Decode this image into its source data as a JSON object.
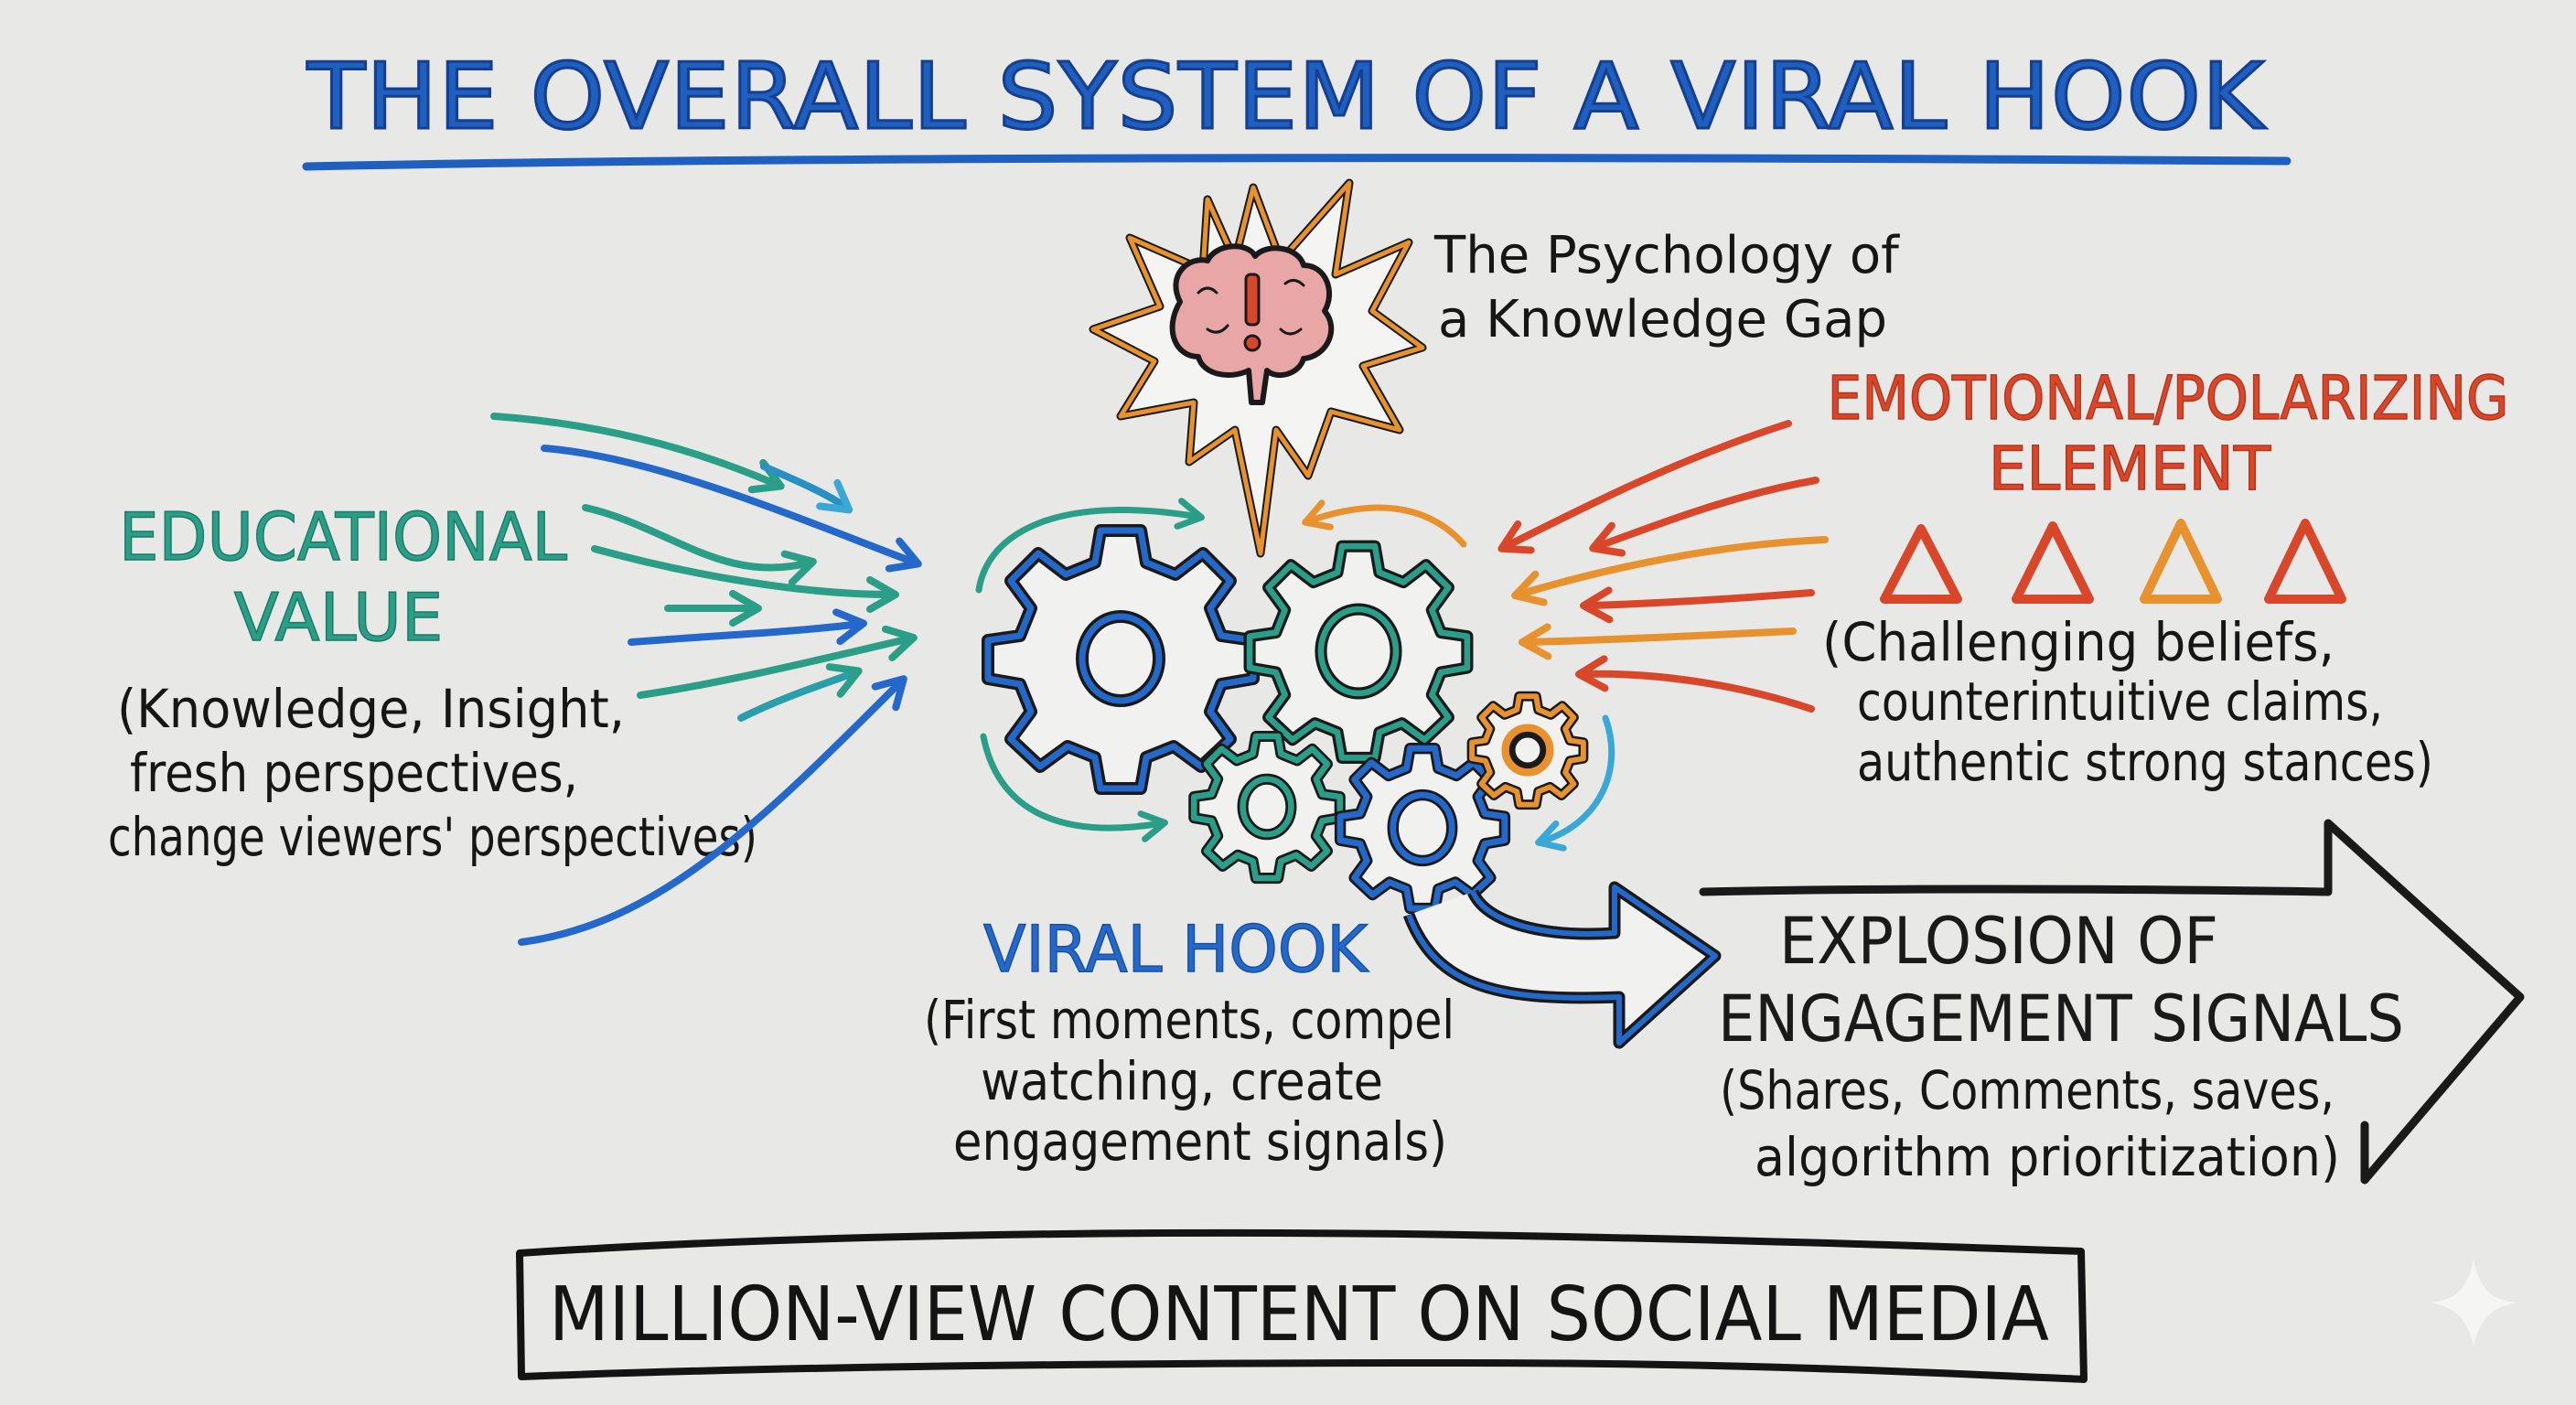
{
  "title": "THE OVERALL SYSTEM OF A VIRAL HOOK",
  "psychology": {
    "lines": [
      "The Psychology of",
      "a Knowledge Gap"
    ],
    "icon": "brain-exclamation-icon"
  },
  "educational": {
    "heading": [
      "EDUCATIONAL",
      "VALUE"
    ],
    "details": [
      "(Knowledge, Insight,",
      "fresh perspectives,",
      "change viewers' perspectives)"
    ],
    "color": "#2a9e86"
  },
  "emotional": {
    "heading": [
      "EMOTIONAL/POLARIZING",
      "ELEMENT"
    ],
    "details": [
      "(Challenging beliefs,",
      "counterintuitive claims,",
      "authentic strong stances)"
    ],
    "triangle_colors": [
      "#d9472b",
      "#d9472b",
      "#e8912f",
      "#d9472b"
    ],
    "color": "#d9472b"
  },
  "viral_hook": {
    "heading": "VIRAL HOOK",
    "details": [
      "(First moments, compel",
      "watching, create",
      "engagement signals)"
    ],
    "color": "#2468c9"
  },
  "engagement": {
    "heading": [
      "EXPLOSION OF",
      "ENGAGEMENT SIGNALS"
    ],
    "details": [
      "(Shares, Comments, saves,",
      "algorithm prioritization)"
    ]
  },
  "bottom_box": {
    "label": "MILLION-VIEW CONTENT ON SOCIAL MEDIA"
  },
  "colors": {
    "background": "#e8e8e6",
    "blue": "#2468c9",
    "teal": "#2a9e86",
    "red": "#d9472b",
    "orange": "#e8912f",
    "black": "#161616"
  }
}
